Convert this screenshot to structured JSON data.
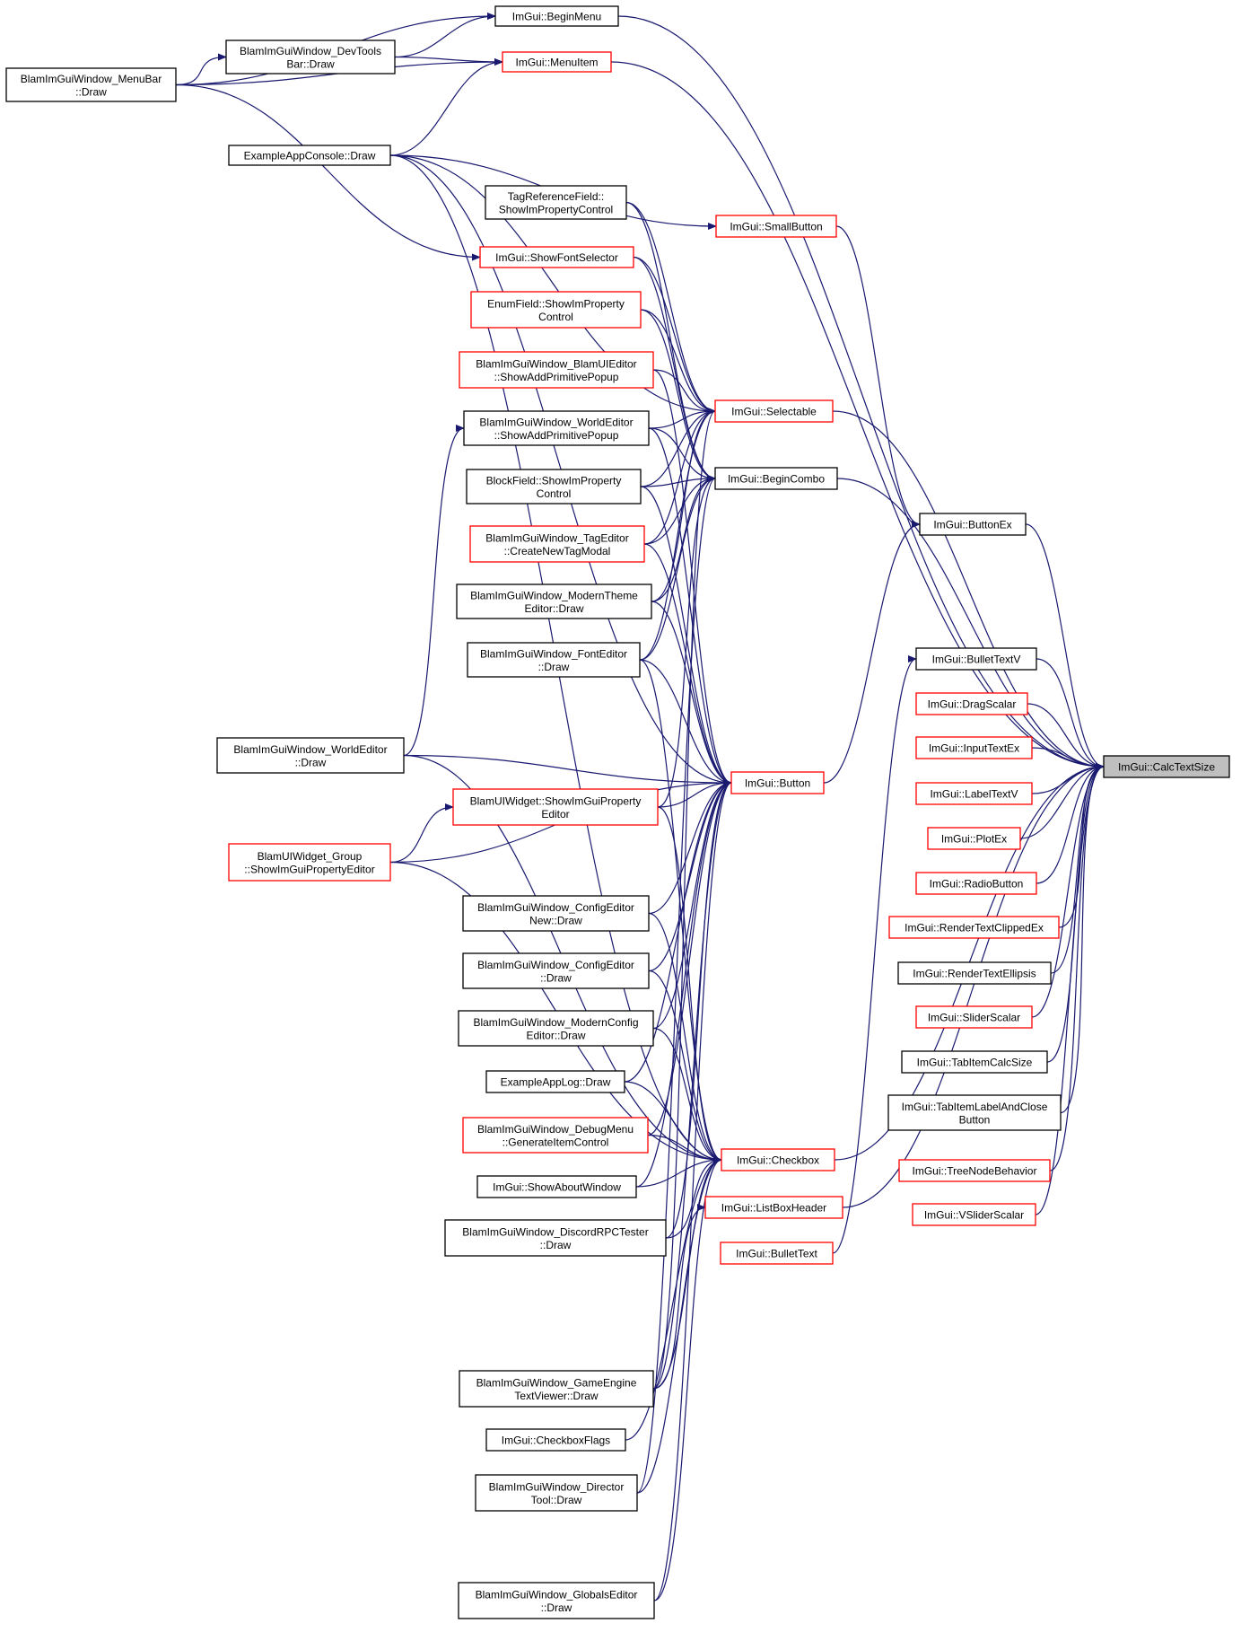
{
  "colors": {
    "edge": "#191970",
    "border_black": "#000000",
    "border_red": "#ff0000",
    "root_fill": "#bfbfbf",
    "node_fill": "#ffffff"
  },
  "nodes": [
    {
      "id": "calc",
      "lines": [
        "ImGui::CalcTextSize"
      ],
      "style": "root"
    },
    {
      "id": "menubar",
      "lines": [
        "BlamImGuiWindow_MenuBar",
        "::Draw"
      ],
      "style": "black"
    },
    {
      "id": "devtools",
      "lines": [
        "BlamImGuiWindow_DevTools",
        "Bar::Draw"
      ],
      "style": "black"
    },
    {
      "id": "beginmenu",
      "lines": [
        "ImGui::BeginMenu"
      ],
      "style": "black"
    },
    {
      "id": "menuitem",
      "lines": [
        "ImGui::MenuItem"
      ],
      "style": "red"
    },
    {
      "id": "console",
      "lines": [
        "ExampleAppConsole::Draw"
      ],
      "style": "black"
    },
    {
      "id": "tagref",
      "lines": [
        "TagReferenceField::",
        "ShowImPropertyControl"
      ],
      "style": "black"
    },
    {
      "id": "smallbutton",
      "lines": [
        "ImGui::SmallButton"
      ],
      "style": "red"
    },
    {
      "id": "fontselector",
      "lines": [
        "ImGui::ShowFontSelector"
      ],
      "style": "red"
    },
    {
      "id": "enumfield",
      "lines": [
        "EnumField::ShowImProperty",
        "Control"
      ],
      "style": "red"
    },
    {
      "id": "blamui_add",
      "lines": [
        "BlamImGuiWindow_BlamUIEditor",
        "::ShowAddPrimitivePopup"
      ],
      "style": "red"
    },
    {
      "id": "selectable",
      "lines": [
        "ImGui::Selectable"
      ],
      "style": "red"
    },
    {
      "id": "world_add",
      "lines": [
        "BlamImGuiWindow_WorldEditor",
        "::ShowAddPrimitivePopup"
      ],
      "style": "black"
    },
    {
      "id": "blockfield",
      "lines": [
        "BlockField::ShowImProperty",
        "Control"
      ],
      "style": "black"
    },
    {
      "id": "begincombo",
      "lines": [
        "ImGui::BeginCombo"
      ],
      "style": "black"
    },
    {
      "id": "buttonex",
      "lines": [
        "ImGui::ButtonEx"
      ],
      "style": "black"
    },
    {
      "id": "tageditor",
      "lines": [
        "BlamImGuiWindow_TagEditor",
        "::CreateNewTagModal"
      ],
      "style": "red"
    },
    {
      "id": "moderntheme",
      "lines": [
        "BlamImGuiWindow_ModernTheme",
        "Editor::Draw"
      ],
      "style": "black"
    },
    {
      "id": "fonteditor",
      "lines": [
        "BlamImGuiWindow_FontEditor",
        "::Draw"
      ],
      "style": "black"
    },
    {
      "id": "bullettextv",
      "lines": [
        "ImGui::BulletTextV"
      ],
      "style": "black"
    },
    {
      "id": "dragscalar",
      "lines": [
        "ImGui::DragScalar"
      ],
      "style": "red"
    },
    {
      "id": "inputtextex",
      "lines": [
        "ImGui::InputTextEx"
      ],
      "style": "red"
    },
    {
      "id": "worldeditor",
      "lines": [
        "BlamImGuiWindow_WorldEditor",
        "::Draw"
      ],
      "style": "black"
    },
    {
      "id": "button",
      "lines": [
        "ImGui::Button"
      ],
      "style": "red"
    },
    {
      "id": "labeltextv",
      "lines": [
        "ImGui::LabelTextV"
      ],
      "style": "red"
    },
    {
      "id": "uiwidget",
      "lines": [
        "BlamUIWidget::ShowImGuiProperty",
        "Editor"
      ],
      "style": "red"
    },
    {
      "id": "uiwidget_group",
      "lines": [
        "BlamUIWidget_Group",
        "::ShowImGuiPropertyEditor"
      ],
      "style": "red"
    },
    {
      "id": "plotex",
      "lines": [
        "ImGui::PlotEx"
      ],
      "style": "red"
    },
    {
      "id": "radiobutton",
      "lines": [
        "ImGui::RadioButton"
      ],
      "style": "red"
    },
    {
      "id": "confignew",
      "lines": [
        "BlamImGuiWindow_ConfigEditor",
        "New::Draw"
      ],
      "style": "black"
    },
    {
      "id": "rendertextclipped",
      "lines": [
        "ImGui::RenderTextClippedEx"
      ],
      "style": "red"
    },
    {
      "id": "configeditor",
      "lines": [
        "BlamImGuiWindow_ConfigEditor",
        "::Draw"
      ],
      "style": "black"
    },
    {
      "id": "rendertextellipsis",
      "lines": [
        "ImGui::RenderTextEllipsis"
      ],
      "style": "black"
    },
    {
      "id": "sliderscalar",
      "lines": [
        "ImGui::SliderScalar"
      ],
      "style": "red"
    },
    {
      "id": "modernconfig",
      "lines": [
        "BlamImGuiWindow_ModernConfig",
        "Editor::Draw"
      ],
      "style": "black"
    },
    {
      "id": "tabitemcalcsize",
      "lines": [
        "ImGui::TabItemCalcSize"
      ],
      "style": "black"
    },
    {
      "id": "applog",
      "lines": [
        "ExampleAppLog::Draw"
      ],
      "style": "black"
    },
    {
      "id": "tabitemlabel",
      "lines": [
        "ImGui::TabItemLabelAndClose",
        "Button"
      ],
      "style": "black"
    },
    {
      "id": "debugmenu",
      "lines": [
        "BlamImGuiWindow_DebugMenu",
        "::GenerateItemControl"
      ],
      "style": "red"
    },
    {
      "id": "checkbox",
      "lines": [
        "ImGui::Checkbox"
      ],
      "style": "red"
    },
    {
      "id": "treenode",
      "lines": [
        "ImGui::TreeNodeBehavior"
      ],
      "style": "red"
    },
    {
      "id": "aboutwindow",
      "lines": [
        "ImGui::ShowAboutWindow"
      ],
      "style": "black"
    },
    {
      "id": "listboxheader",
      "lines": [
        "ImGui::ListBoxHeader"
      ],
      "style": "red"
    },
    {
      "id": "vsliderscalar",
      "lines": [
        "ImGui::VSliderScalar"
      ],
      "style": "red"
    },
    {
      "id": "discord",
      "lines": [
        "BlamImGuiWindow_DiscordRPCTester",
        "::Draw"
      ],
      "style": "black"
    },
    {
      "id": "bullettext",
      "lines": [
        "ImGui::BulletText"
      ],
      "style": "red"
    },
    {
      "id": "gameengine",
      "lines": [
        "BlamImGuiWindow_GameEngine",
        "TextViewer::Draw"
      ],
      "style": "black"
    },
    {
      "id": "checkboxflags",
      "lines": [
        "ImGui::CheckboxFlags"
      ],
      "style": "black"
    },
    {
      "id": "director",
      "lines": [
        "BlamImGuiWindow_Director",
        "Tool::Draw"
      ],
      "style": "black"
    },
    {
      "id": "globals",
      "lines": [
        "BlamImGuiWindow_GlobalsEditor",
        "::Draw"
      ],
      "style": "black"
    }
  ],
  "edges": [
    [
      "menubar",
      "devtools"
    ],
    [
      "menubar",
      "beginmenu"
    ],
    [
      "menubar",
      "menuitem"
    ],
    [
      "menubar",
      "fontselector"
    ],
    [
      "devtools",
      "beginmenu"
    ],
    [
      "devtools",
      "menuitem"
    ],
    [
      "beginmenu",
      "calc"
    ],
    [
      "menuitem",
      "calc"
    ],
    [
      "console",
      "menuitem"
    ],
    [
      "console",
      "smallbutton"
    ],
    [
      "console",
      "selectable"
    ],
    [
      "console",
      "button"
    ],
    [
      "console",
      "checkbox"
    ],
    [
      "tagref",
      "selectable"
    ],
    [
      "tagref",
      "begincombo"
    ],
    [
      "smallbutton",
      "buttonex"
    ],
    [
      "fontselector",
      "selectable"
    ],
    [
      "fontselector",
      "begincombo"
    ],
    [
      "enumfield",
      "selectable"
    ],
    [
      "enumfield",
      "begincombo"
    ],
    [
      "blamui_add",
      "selectable"
    ],
    [
      "blamui_add",
      "button"
    ],
    [
      "selectable",
      "calc"
    ],
    [
      "world_add",
      "selectable"
    ],
    [
      "world_add",
      "begincombo"
    ],
    [
      "world_add",
      "button"
    ],
    [
      "blockfield",
      "selectable"
    ],
    [
      "blockfield",
      "begincombo"
    ],
    [
      "blockfield",
      "button"
    ],
    [
      "begincombo",
      "calc"
    ],
    [
      "buttonex",
      "calc"
    ],
    [
      "tageditor",
      "selectable"
    ],
    [
      "tageditor",
      "begincombo"
    ],
    [
      "tageditor",
      "button"
    ],
    [
      "moderntheme",
      "selectable"
    ],
    [
      "moderntheme",
      "begincombo"
    ],
    [
      "moderntheme",
      "button"
    ],
    [
      "fonteditor",
      "selectable"
    ],
    [
      "fonteditor",
      "begincombo"
    ],
    [
      "fonteditor",
      "button"
    ],
    [
      "fonteditor",
      "checkbox"
    ],
    [
      "bullettextv",
      "calc"
    ],
    [
      "dragscalar",
      "calc"
    ],
    [
      "inputtextex",
      "calc"
    ],
    [
      "worldeditor",
      "world_add"
    ],
    [
      "worldeditor",
      "button"
    ],
    [
      "worldeditor",
      "checkbox"
    ],
    [
      "button",
      "buttonex"
    ],
    [
      "labeltextv",
      "calc"
    ],
    [
      "uiwidget",
      "begincombo"
    ],
    [
      "uiwidget",
      "button"
    ],
    [
      "uiwidget",
      "checkbox"
    ],
    [
      "uiwidget_group",
      "uiwidget"
    ],
    [
      "uiwidget_group",
      "button"
    ],
    [
      "uiwidget_group",
      "checkbox"
    ],
    [
      "plotex",
      "calc"
    ],
    [
      "radiobutton",
      "calc"
    ],
    [
      "confignew",
      "button"
    ],
    [
      "confignew",
      "checkbox"
    ],
    [
      "rendertextclipped",
      "calc"
    ],
    [
      "configeditor",
      "button"
    ],
    [
      "configeditor",
      "checkbox"
    ],
    [
      "rendertextellipsis",
      "calc"
    ],
    [
      "sliderscalar",
      "calc"
    ],
    [
      "modernconfig",
      "button"
    ],
    [
      "modernconfig",
      "checkbox"
    ],
    [
      "tabitemcalcsize",
      "calc"
    ],
    [
      "applog",
      "button"
    ],
    [
      "applog",
      "checkbox"
    ],
    [
      "tabitemlabel",
      "calc"
    ],
    [
      "debugmenu",
      "checkbox"
    ],
    [
      "debugmenu",
      "button"
    ],
    [
      "checkbox",
      "calc"
    ],
    [
      "treenode",
      "calc"
    ],
    [
      "aboutwindow",
      "checkbox"
    ],
    [
      "aboutwindow",
      "button"
    ],
    [
      "listboxheader",
      "calc"
    ],
    [
      "vsliderscalar",
      "calc"
    ],
    [
      "discord",
      "checkbox"
    ],
    [
      "discord",
      "button"
    ],
    [
      "bullettext",
      "bullettextv"
    ],
    [
      "gameengine",
      "checkbox"
    ],
    [
      "gameengine",
      "button"
    ],
    [
      "gameengine",
      "selectable"
    ],
    [
      "gameengine",
      "listboxheader"
    ],
    [
      "checkboxflags",
      "checkbox"
    ],
    [
      "director",
      "checkbox"
    ],
    [
      "director",
      "begincombo"
    ],
    [
      "globals",
      "checkbox"
    ],
    [
      "globals",
      "button"
    ]
  ]
}
